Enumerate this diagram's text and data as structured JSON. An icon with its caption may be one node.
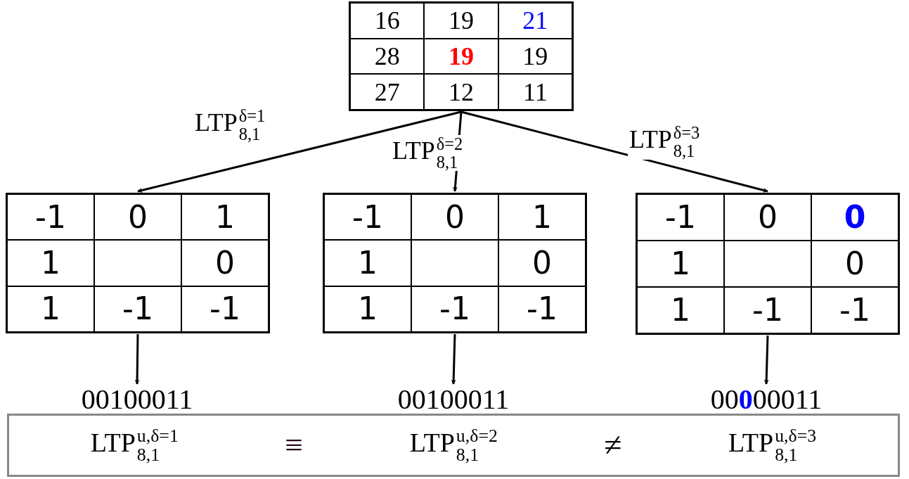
{
  "diagram": {
    "nodes": [
      {
        "text": [
          "16",
          "19",
          "21",
          "28",
          "19",
          "19",
          "27",
          "12",
          "11"
        ]
      },
      {
        "text": [
          "-1",
          "0",
          "1",
          "1",
          "0",
          "1",
          "-1",
          "-1"
        ]
      },
      {
        "text": [
          "-1",
          "0",
          "1",
          "1",
          "0",
          "1",
          "-1",
          "-1"
        ]
      },
      {
        "text": [
          "-1",
          "0",
          "0",
          "1",
          "0",
          "1",
          "-1",
          "-1"
        ]
      },
      {
        "text": [
          "00100011"
        ]
      },
      {
        "text": [
          "00100011"
        ]
      },
      {
        "text": [
          "00**0**00011"
        ]
      },
      {
        "text": [
          "LTP$^{u,δ=1}$$_{8,1}$",
          "≡",
          "LTP$^{u,δ=2}$$_{8,1}$",
          "≠",
          "LTP$^{u,δ=3}$$_{8,1}$"
        ]
      }
    ],
    "edges": [
      {
        "from": 0,
        "to": 1,
        "arrow": "to",
        "label": "LTP$^{δ=1}$$_{8,1}$"
      },
      {
        "from": 0,
        "to": 2,
        "arrow": "to",
        "label": "LTP$^{δ=2}$$_{8,1}$"
      },
      {
        "from": 0,
        "to": 3,
        "arrow": "to",
        "label": "LTP$^{δ=3}$$_{8,1}$"
      },
      {
        "from": 1,
        "to": 4,
        "arrow": "to"
      },
      {
        "from": 2,
        "to": 5,
        "arrow": "to"
      },
      {
        "from": 3,
        "to": 6,
        "arrow": "to"
      }
    ]
  }
}
